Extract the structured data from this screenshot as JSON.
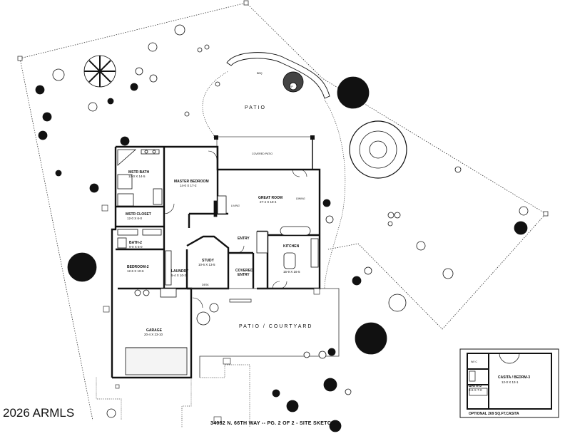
{
  "labels": {
    "patio": "PATIO",
    "bbq": "BBQ",
    "fp": "FP",
    "covered_patio": "COVERED PATIO",
    "master_bath": "MSTR BATH",
    "master_bath_dim": "12-0 X 14-5",
    "master_bedroom": "MASTER BEDROOM",
    "master_bedroom_dim": "14-0 X 17-2",
    "great_room": "GREAT ROOM",
    "great_room_dim": "27-4 X 19-4",
    "living": "LIVING",
    "dining": "DINING",
    "master_closet": "MSTR CLOSET",
    "master_closet_dim": "12-0 X 6-0",
    "bath2": "BATH-2",
    "bath2_dim": "9-0 X 5-0",
    "entry": "ENTRY",
    "kitchen": "KITCHEN",
    "kitchen_dim": "15-9 X 16-5",
    "bedroom2": "BEDROOM-2",
    "bedroom2_dim": "12-6 X 10-6",
    "laundry": "LAUNDRY",
    "laundry_dim": "5-4 X 10-3",
    "study": "STUDY",
    "study_dim": "10-6 X 13-5",
    "covered_entry_1": "COVERED",
    "covered_entry_2": "ENTRY",
    "desk": "DESK",
    "garage": "GARAGE",
    "garage_dim": "20-4 X 23-10",
    "courtyard": "PATIO / COURTYARD",
    "wic": "W/I C",
    "casita": "CASITA / BEDRM-3",
    "casita_dim": "12-0 X 13-1",
    "bath3": "BATH-3",
    "bath3_dim": "9-6 X 7-0",
    "casita_caption": "OPTIONAL 269 SQ.FT.CASITA",
    "title": "34082  N. 66TH  WAY --  PG. 2 OF 2  -  SITE SKETCH"
  },
  "copyright": "2026 ARMLS"
}
